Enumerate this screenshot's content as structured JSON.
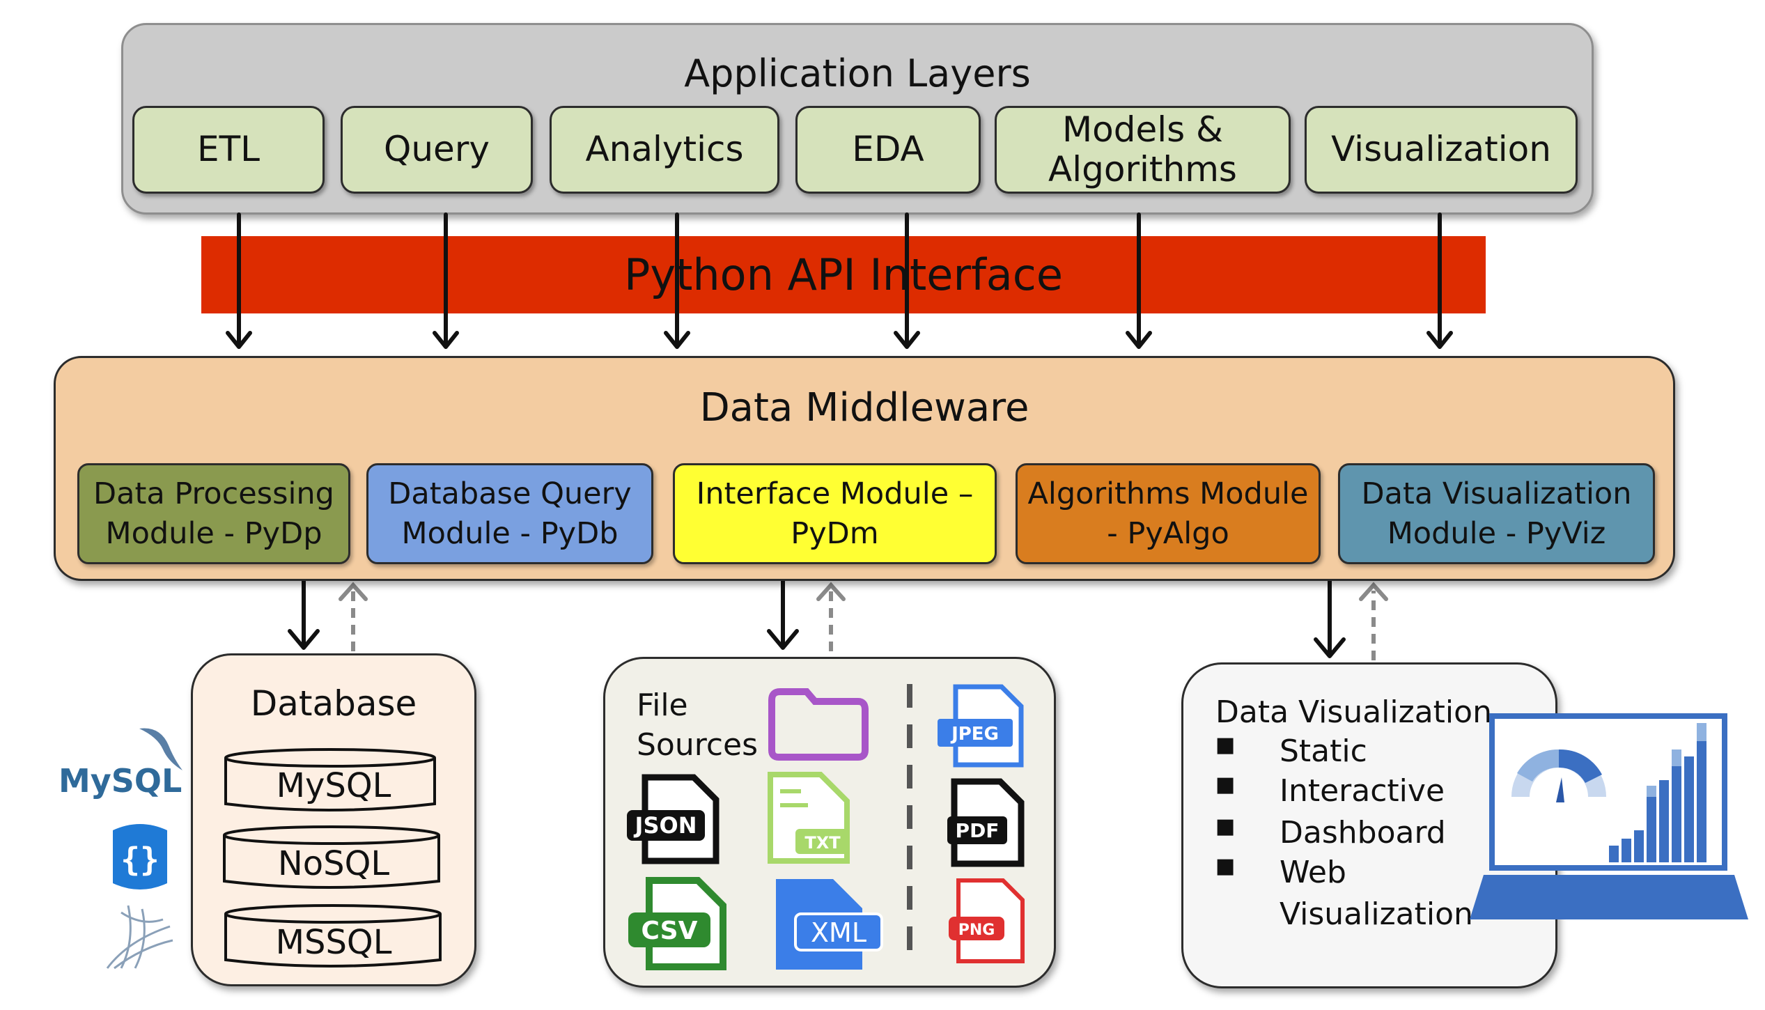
{
  "application_layers": {
    "title": "Application Layers",
    "items": [
      "ETL",
      "Query",
      "Analytics",
      "EDA",
      "Models & Algorithms",
      "Visualization"
    ]
  },
  "api": {
    "label": "Python API Interface"
  },
  "middleware": {
    "title": "Data Middleware",
    "modules": [
      {
        "label": "Data Processing Module - PyDp",
        "color": "#8a9a4f"
      },
      {
        "label": "Database Query Module - PyDb",
        "color": "#7aa0e0"
      },
      {
        "label": "Interface Module – PyDm",
        "color": "#ffff33"
      },
      {
        "label": "Algorithms Module - PyAlgo",
        "color": "#d97d1f"
      },
      {
        "label": "Data Visualization Module - PyViz",
        "color": "#5f95ae"
      }
    ]
  },
  "database": {
    "title": "Database",
    "items": [
      "MySQL",
      "NoSQL",
      "MSSQL"
    ],
    "logos": [
      "MySQL"
    ]
  },
  "file_sources": {
    "title_line1": "File",
    "title_line2": "Sources",
    "icons": [
      "folder",
      "JSON",
      "TXT",
      "CSV",
      "XML",
      "JPEG",
      "PDF",
      "PNG"
    ]
  },
  "data_visualization": {
    "title": "Data Visualization",
    "items": [
      "Static",
      "Interactive",
      "Dashboard",
      "Web",
      "Visualization"
    ]
  },
  "colors": {
    "app_bg": "#cbcbcb",
    "layer_box": "#d6e2bb",
    "api_bar": "#dd2c00",
    "middleware_bg": "#f3cca1",
    "database_bg": "#fdefe3"
  }
}
